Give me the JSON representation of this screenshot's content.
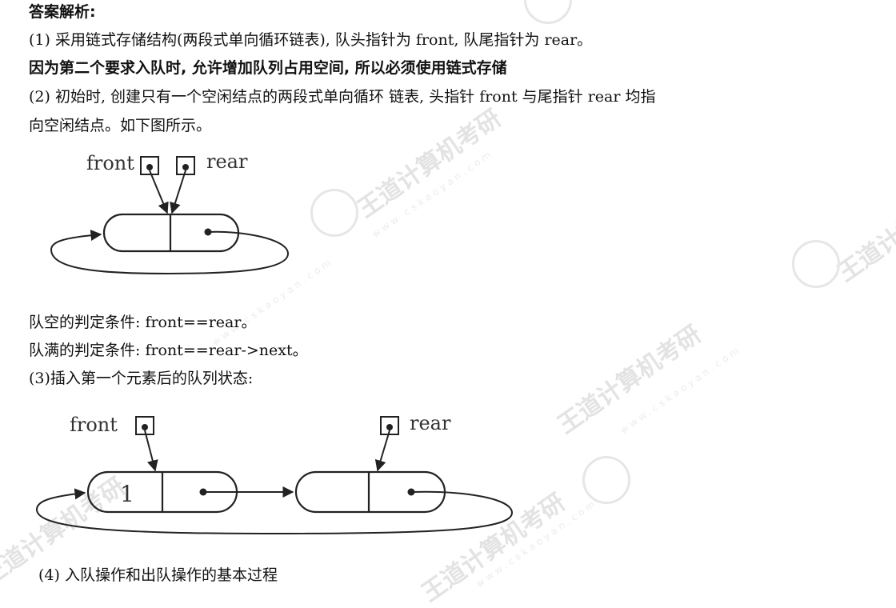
{
  "header": {
    "title": "答案解析:"
  },
  "paragraphs": {
    "p1": "(1) 采用链式存储结构(两段式单向循环链表), 队头指针为 front, 队尾指针为 rear。",
    "p2": "因为第二个要求入队时, 允许增加队列占用空间, 所以必须使用链式存储",
    "p3_line1": "(2) 初始时, 创建只有一个空闲结点的两段式单向循环 链表, 头指针 front 与尾指针 rear 均指",
    "p3_line2": "向空闲结点。如下图所示。",
    "empty_cond": "队空的判定条件: front==rear。",
    "full_cond": "队满的判定条件: front==rear->next。",
    "p4": "(3)插入第一个元素后的队列状态:",
    "p5": "(4) 入队操作和出队操作的基本过程"
  },
  "figure1": {
    "front_label": "front",
    "rear_label": "rear"
  },
  "figure2": {
    "front_label": "front",
    "rear_label": "rear",
    "node_value": "1"
  },
  "watermark": {
    "brand": "王道计算机考研",
    "site": "www.cskaoyan.com"
  }
}
